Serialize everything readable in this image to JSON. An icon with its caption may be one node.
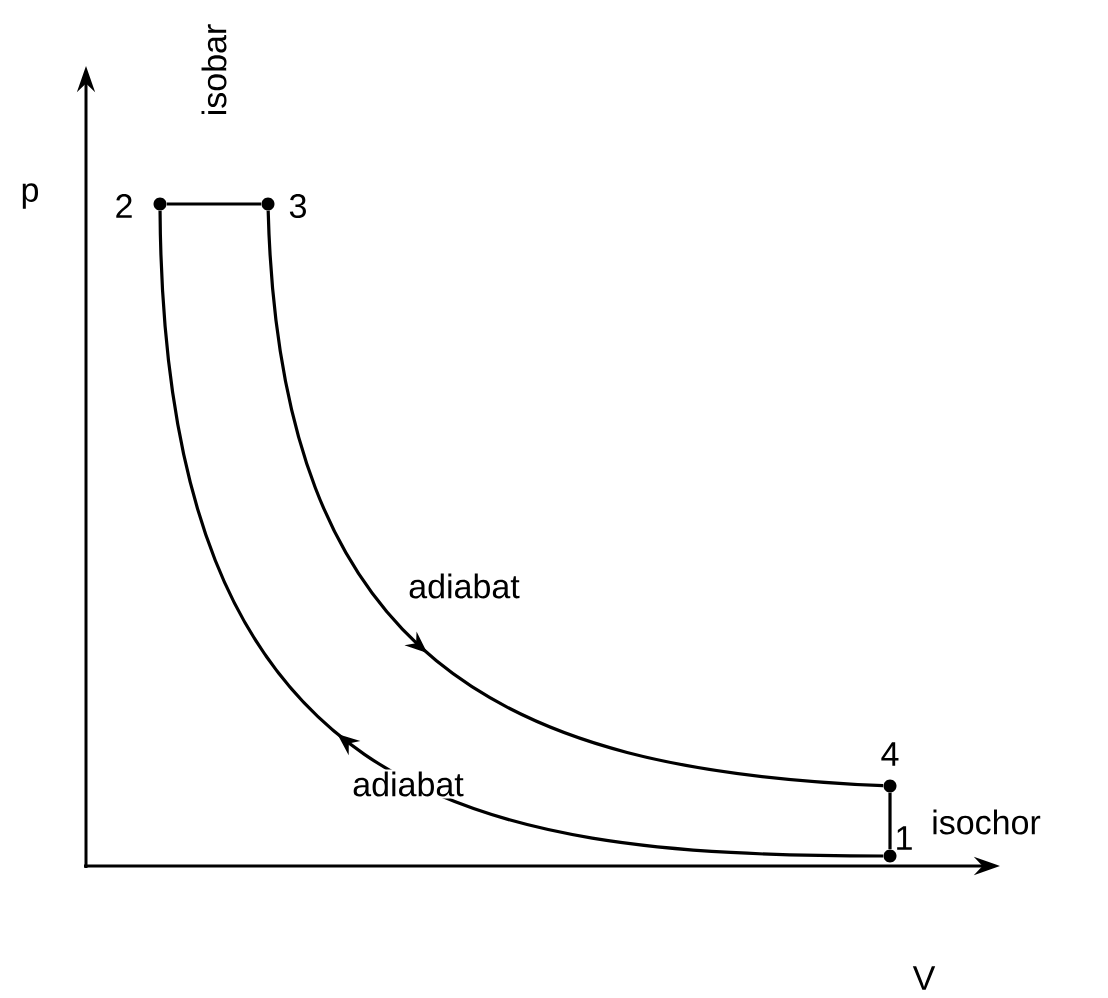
{
  "diagram": {
    "nodes": [
      {
        "text": [],
        "shape": "circle",
        "beside": [
          "2"
        ]
      },
      {
        "text": [],
        "shape": "circle",
        "beside": [
          "3"
        ]
      },
      {
        "text": [],
        "shape": "circle",
        "beside": [
          "4"
        ]
      },
      {
        "text": [],
        "shape": "circle",
        "beside": [
          "1"
        ]
      }
    ],
    "edges": [
      {
        "from": 0,
        "to": 1,
        "arrow": "none",
        "label": "isobar"
      },
      {
        "from": 1,
        "to": 2,
        "arrow": "to",
        "label": "adiabat"
      },
      {
        "from": 2,
        "to": 3,
        "arrow": "none",
        "label": "isochor"
      },
      {
        "from": 3,
        "to": 0,
        "arrow": "to",
        "label": "adiabat"
      }
    ],
    "labels": [
      "p",
      "V"
    ]
  }
}
